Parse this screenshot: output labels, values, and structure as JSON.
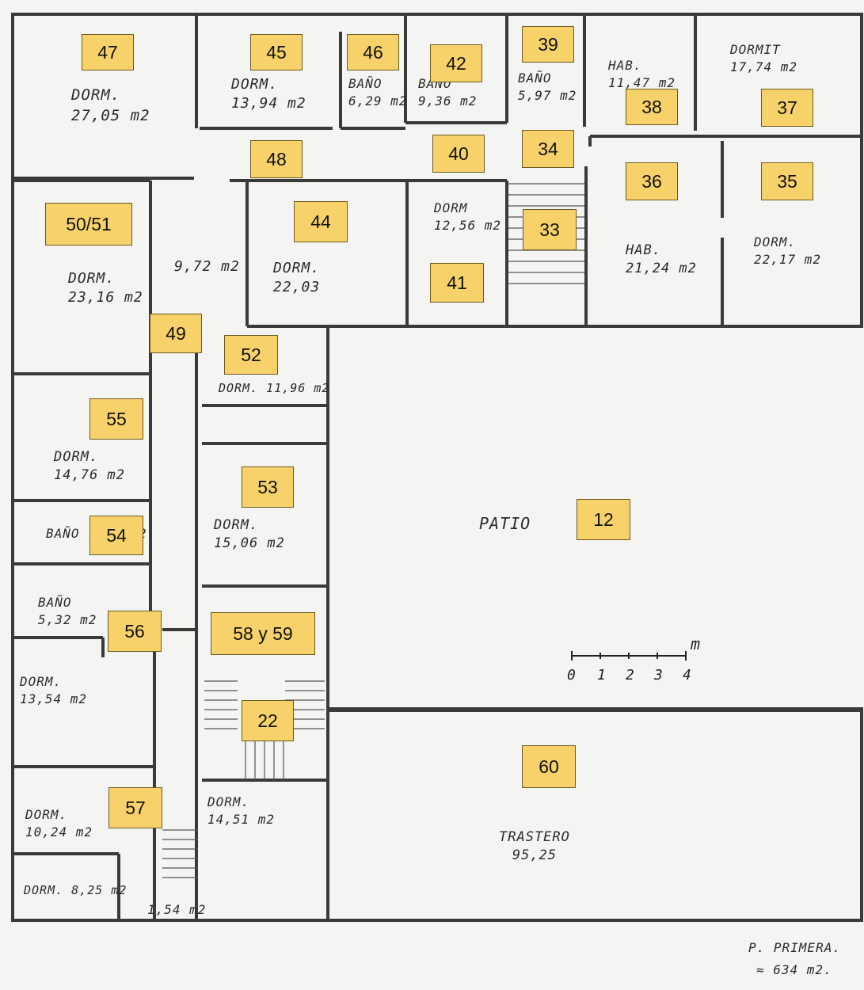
{
  "labels": {
    "r47": "47",
    "r45": "45",
    "r46": "46",
    "r42": "42",
    "r39": "39",
    "r38": "38",
    "r37": "37",
    "r48": "48",
    "r40": "40",
    "r34": "34",
    "r36": "36",
    "r35": "35",
    "r50": "50/51",
    "r44": "44",
    "r33": "33",
    "r41": "41",
    "r49": "49",
    "r52": "52",
    "r55": "55",
    "r53": "53",
    "r12": "12",
    "r54": "54",
    "r56": "56",
    "r58": "58 y 59",
    "r22": "22",
    "r60": "60",
    "r57": "57"
  },
  "rooms": {
    "r47": "DORM.\n27,05 m2",
    "r45": "DORM.\n13,94 m2",
    "r46": "BAÑO\n6,29 m2",
    "r42": "BAÑO\n9,36 m2",
    "r39": "BAÑO\n5,97 m2",
    "r38": "HAB.\n11,47 m2",
    "r37": "DORMIT\n17,74 m2",
    "r33": "DORM\n12,56 m2",
    "r36": "HAB.\n21,24 m2",
    "r35": "DORM.\n22,17 m2",
    "r49": "9,72 m2",
    "r44": "DORM.\n22,03",
    "r50": "DORM.\n23,16 m2",
    "r52": "DORM. 11,96 m2",
    "r55": "DORM.\n14,76 m2",
    "r54": "BAÑO 7,54 m2",
    "r53": "DORM.\n15,06 m2",
    "r56": "BAÑO\n5,32 m2",
    "r57a": "DORM.\n13,54 m2",
    "r57b": "DORM.\n10,24 m2",
    "r57c": "DORM. 8,25 m2",
    "r22": "DORM.\n14,51 m2",
    "hall": "1,54 m2",
    "patio": "PATIO",
    "r60": "TRASTERO\n95,25"
  },
  "scale": {
    "unit": "m",
    "ticks": [
      "0",
      "1",
      "2",
      "3",
      "4"
    ]
  },
  "footer": {
    "title": "P. PRIMERA.",
    "area": "≈ 634 m2."
  }
}
